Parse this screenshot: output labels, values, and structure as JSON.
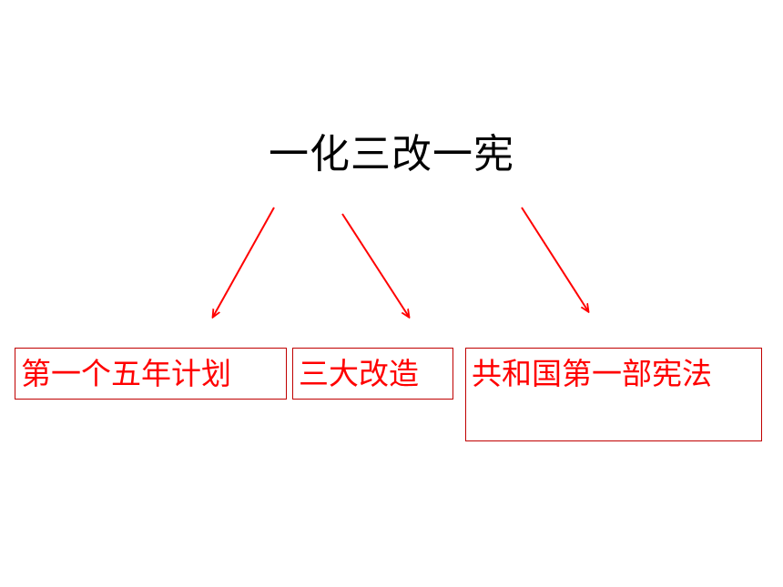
{
  "title": "一化三改一宪",
  "branches": [
    {
      "label": "第一个五年计划"
    },
    {
      "label": "三大改造"
    },
    {
      "label": "共和国第一部宪法"
    }
  ],
  "colors": {
    "title": "#000000",
    "branch_text": "#ff0000",
    "branch_border": "#c00000",
    "arrow": "#ff0000"
  }
}
